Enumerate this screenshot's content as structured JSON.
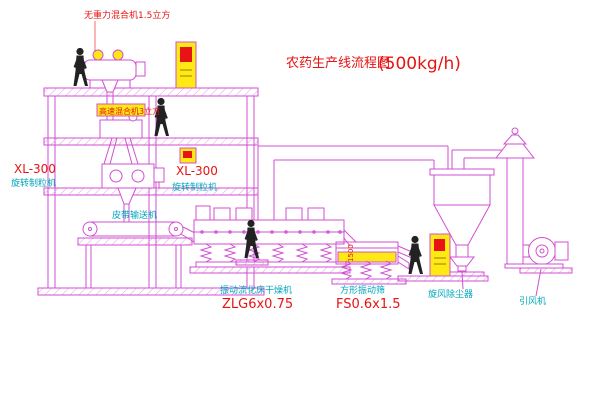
{
  "title": {
    "main": "农药生产线流程图",
    "capacity": "(500kg/h)"
  },
  "labels": {
    "top_mixer": "无重力混合机1.5立方",
    "high_speed_mixer": "高速混合机3立方",
    "granulator_left": {
      "model": "XL-300",
      "name": "旋转制粒机"
    },
    "granulator_right": {
      "model": "XL-300",
      "name": "旋转制粒机"
    },
    "belt_conveyor": "皮带输送机",
    "fluid_bed_dryer": {
      "name": "振动流化床干燥机",
      "model": "ZLG6x0.75"
    },
    "square_screen": {
      "name": "方形振动筛",
      "model": "FS0.6x1.5",
      "dimension": "1500"
    },
    "cyclone": "旋风除尘器",
    "fan": "引风机"
  },
  "colors": {
    "line": "#d24fd2",
    "label_text": "#00a8bc",
    "accent_red": "#e81313",
    "highlight_yellow": "#ffe912",
    "background": "#ffffff"
  }
}
